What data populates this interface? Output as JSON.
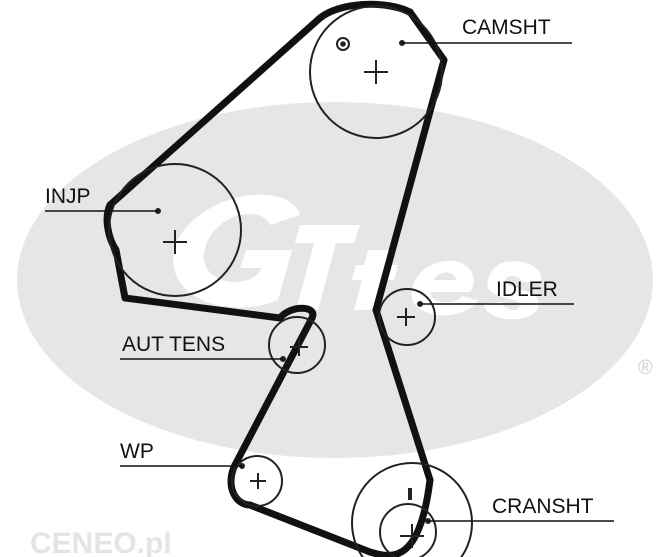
{
  "diagram": {
    "labels": {
      "camshaft": "CAMSHT",
      "injection_pump": "INJP",
      "idler": "IDLER",
      "auto_tensioner": "AUT TENS",
      "water_pump": "WP",
      "crankshaft": "CRANSHT"
    },
    "watermark": {
      "brand": "Gates",
      "registered": "®",
      "source": "CENEO.pl"
    },
    "colors": {
      "belt": "#111111",
      "pulley": "#222222",
      "logo": "#e6e6e6"
    }
  }
}
